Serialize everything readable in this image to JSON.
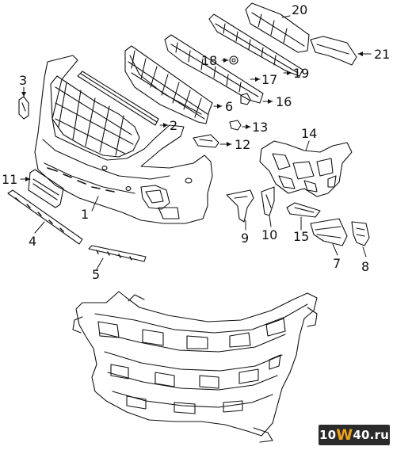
{
  "callouts": {
    "c1": "1",
    "c2": "2",
    "c3": "3",
    "c4": "4",
    "c5": "5",
    "c6": "6",
    "c7": "7",
    "c8": "8",
    "c9": "9",
    "c10": "10",
    "c11": "11",
    "c12": "12",
    "c13": "13",
    "c14": "14",
    "c15": "15",
    "c16": "16",
    "c17": "17",
    "c18": "18",
    "c19": "19",
    "c20": "20",
    "c21": "21"
  },
  "watermark": {
    "prefix": "10",
    "accent": "W",
    "suffix": "40.ru"
  },
  "colors": {
    "line": "#111111",
    "background": "#ffffff",
    "badge_bg": "#2b2b2b",
    "badge_accent": "#f0a11a"
  }
}
